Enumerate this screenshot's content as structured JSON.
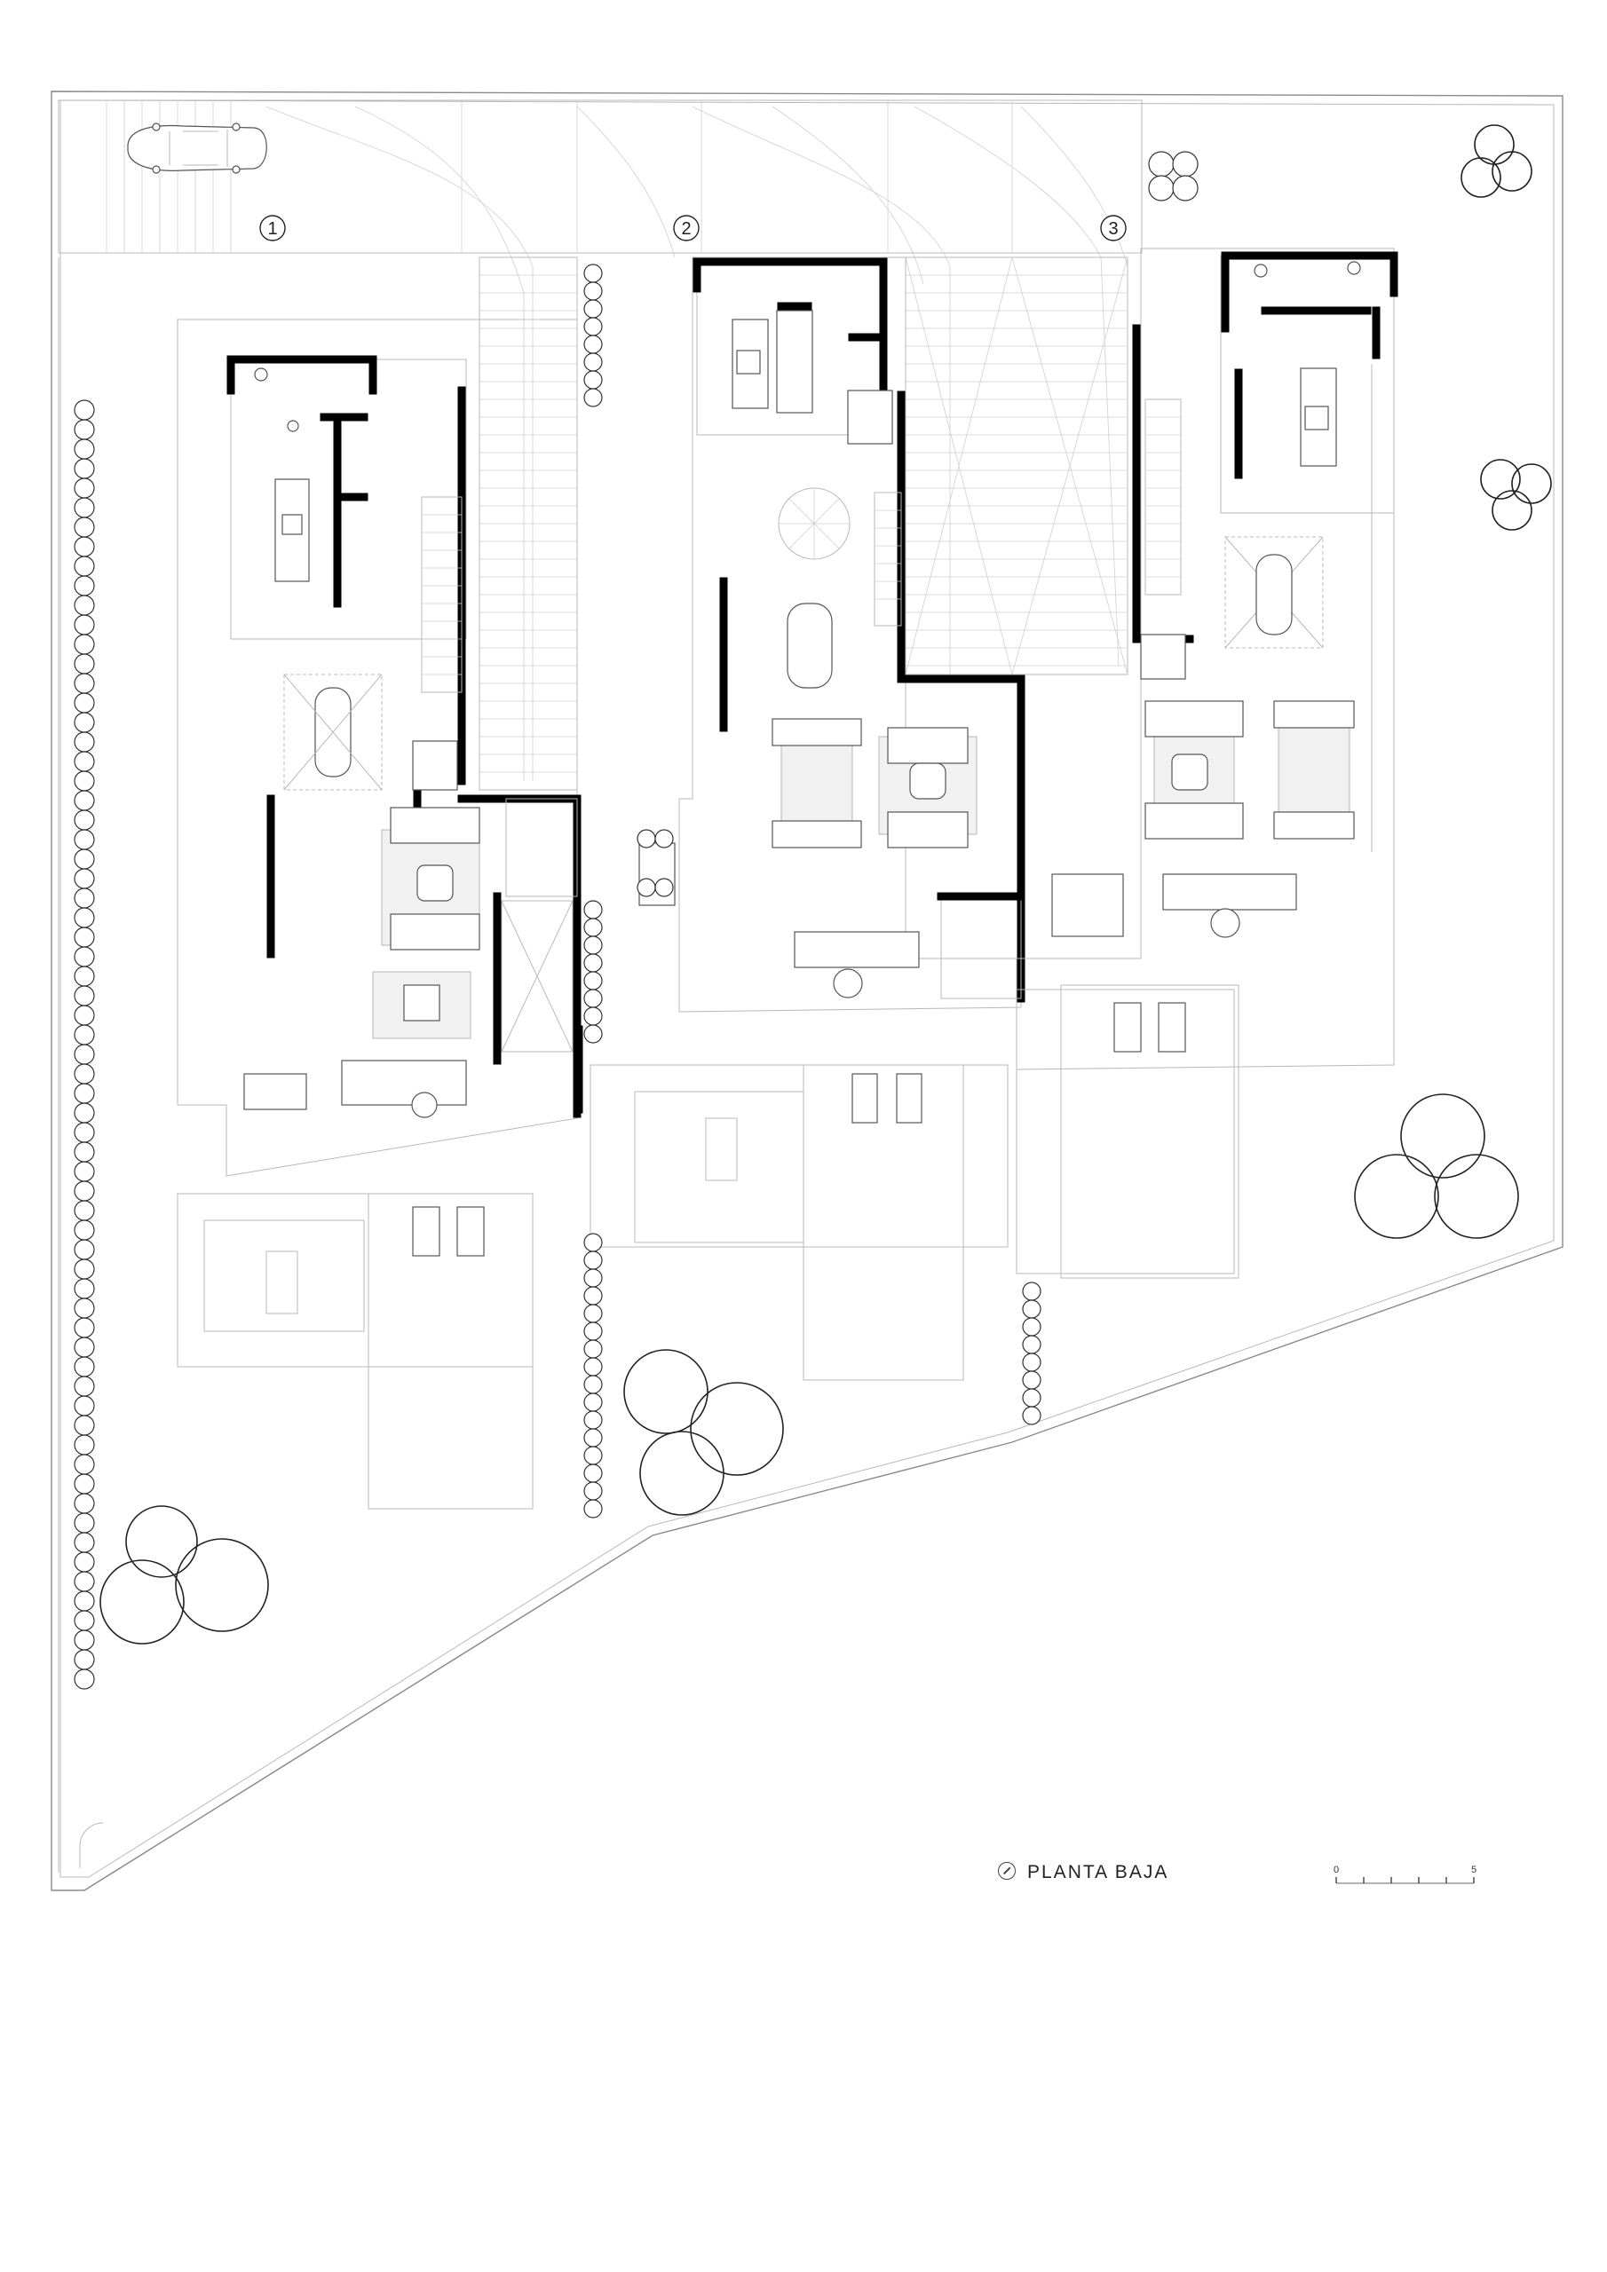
{
  "plan": {
    "title": "PLANTA BAJA",
    "units": [
      {
        "label": "1"
      },
      {
        "label": "2"
      },
      {
        "label": "3"
      }
    ],
    "scale_bar": {
      "start_label": "0",
      "end_label": "5"
    }
  },
  "icons": {
    "north": "north-arrow-icon",
    "car": "car-icon",
    "tree": "tree-icon",
    "shrub": "shrub-icon"
  }
}
